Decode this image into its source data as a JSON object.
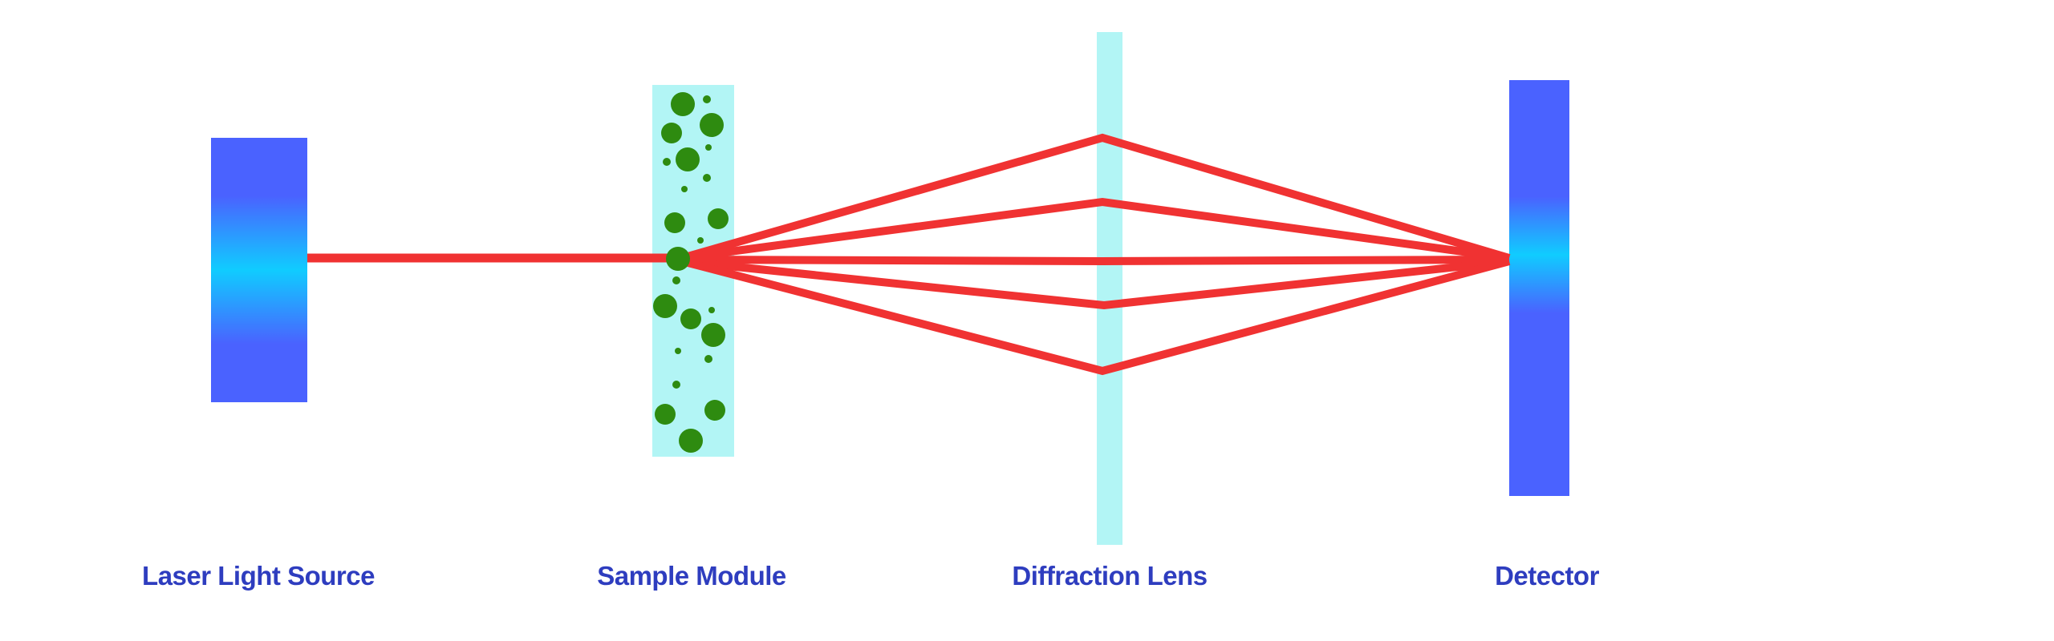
{
  "diagram": {
    "title": "Laser diffraction particle size analyzer schematic",
    "components": [
      {
        "id": "laser",
        "label": "Laser Light Source"
      },
      {
        "id": "sample",
        "label": "Sample Module"
      },
      {
        "id": "lens",
        "label": "Diffraction Lens"
      },
      {
        "id": "detector",
        "label": "Detector"
      }
    ],
    "beam": {
      "from": "laser",
      "to": "sample",
      "description": "incident laser beam"
    },
    "scattered_rays": 5,
    "flow": [
      "Laser Light Source",
      "Sample Module",
      "Diffraction Lens",
      "Detector"
    ],
    "colors": {
      "source_blue": "#4A62FF",
      "source_cyan": "#10CCFF",
      "sample_bg": "#B2F5F5",
      "particle": "#2E8B10",
      "beam": "#F03232",
      "lens": "#B2F5F5",
      "label_text": "#2E3DBF"
    }
  }
}
